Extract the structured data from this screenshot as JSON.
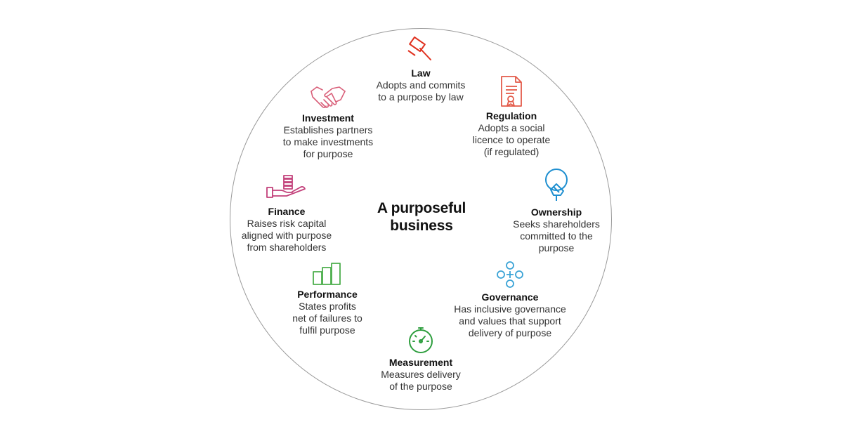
{
  "center": {
    "line1": "A purposeful",
    "line2": "business"
  },
  "items": [
    {
      "key": "law",
      "title": "Law",
      "desc": [
        "Adopts and commits",
        "to a purpose by law"
      ],
      "icon": "gavel-icon",
      "color": "#e0301e"
    },
    {
      "key": "regulation",
      "title": "Regulation",
      "desc": [
        "Adopts a social",
        "licence to operate",
        "(if regulated)"
      ],
      "icon": "certificate-icon",
      "color": "#e35b4a"
    },
    {
      "key": "ownership",
      "title": "Ownership",
      "desc": [
        "Seeks shareholders",
        "committed to the",
        "purpose"
      ],
      "icon": "ownership-icon",
      "color": "#1f8fd0"
    },
    {
      "key": "governance",
      "title": "Governance",
      "desc": [
        "Has inclusive governance",
        "and values that support",
        "delivery of purpose"
      ],
      "icon": "network-icon",
      "color": "#3aa3d6"
    },
    {
      "key": "measurement",
      "title": "Measurement",
      "desc": [
        "Measures delivery",
        "of the purpose"
      ],
      "icon": "gauge-icon",
      "color": "#2e9e3e"
    },
    {
      "key": "performance",
      "title": "Performance",
      "desc": [
        "States profits",
        "net of failures to",
        "fulfil purpose"
      ],
      "icon": "bar-chart-icon",
      "color": "#4cae4c"
    },
    {
      "key": "finance",
      "title": "Finance",
      "desc": [
        "Raises risk capital",
        "aligned with purpose",
        "from shareholders"
      ],
      "icon": "hand-coins-icon",
      "color": "#c2407a"
    },
    {
      "key": "investment",
      "title": "Investment",
      "desc": [
        "Establishes partners",
        "to make investments",
        "for purpose"
      ],
      "icon": "handshake-icon",
      "color": "#d9607a"
    }
  ]
}
